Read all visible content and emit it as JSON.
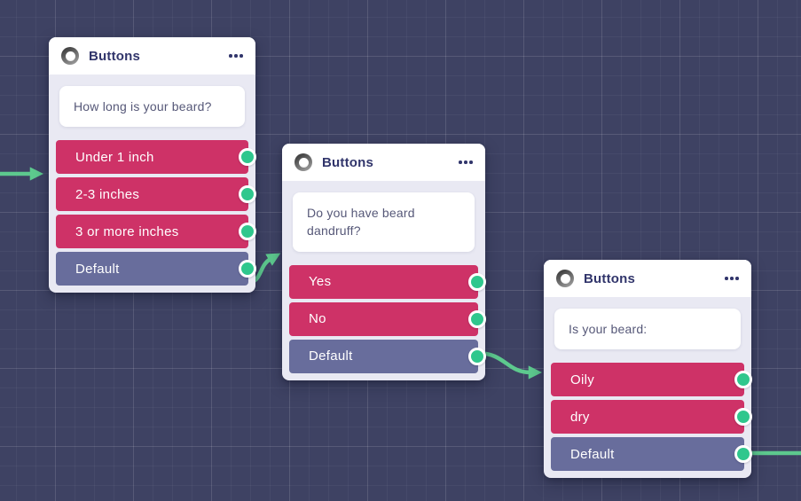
{
  "canvas": {
    "background_color": "#3e4263",
    "grid_minor_color": "rgba(255,255,255,0.045)",
    "grid_major_color": "rgba(255,255,255,0.09)"
  },
  "colors": {
    "choice_button": "#ce3267",
    "default_button": "#686d9c",
    "connector_green": "#5dc98e",
    "port_green": "#2fc78d",
    "card_body": "#e9e9f3",
    "header_text": "#31356b",
    "message_text": "#565878"
  },
  "icons": {
    "node_type": "buttons-block-icon",
    "header_menu": "more-options-icon",
    "output": "connection-port"
  },
  "nodes": [
    {
      "id": "node-1",
      "type_label": "Buttons",
      "question": "How long is your beard?",
      "buttons": [
        {
          "label": "Under 1 inch",
          "variant": "choice"
        },
        {
          "label": "2-3 inches",
          "variant": "choice"
        },
        {
          "label": "3 or more inches",
          "variant": "choice"
        },
        {
          "label": "Default",
          "variant": "default"
        }
      ]
    },
    {
      "id": "node-2",
      "type_label": "Buttons",
      "question": "Do you have beard dandruff?",
      "buttons": [
        {
          "label": "Yes",
          "variant": "choice"
        },
        {
          "label": "No",
          "variant": "choice"
        },
        {
          "label": "Default",
          "variant": "default"
        }
      ]
    },
    {
      "id": "node-3",
      "type_label": "Buttons",
      "question": "Is your beard:",
      "buttons": [
        {
          "label": "Oily",
          "variant": "choice"
        },
        {
          "label": "dry",
          "variant": "choice"
        },
        {
          "label": "Default",
          "variant": "default"
        }
      ]
    }
  ],
  "connections": [
    {
      "from": "offscreen-left",
      "to": "node-1",
      "end": "arrowhead"
    },
    {
      "from": "node-1.Default",
      "to": "node-2",
      "end": "arrowhead"
    },
    {
      "from": "node-2.Default",
      "to": "node-3",
      "end": "arrowhead"
    },
    {
      "from": "node-3.Default",
      "to": "offscreen-right",
      "end": "line"
    }
  ]
}
